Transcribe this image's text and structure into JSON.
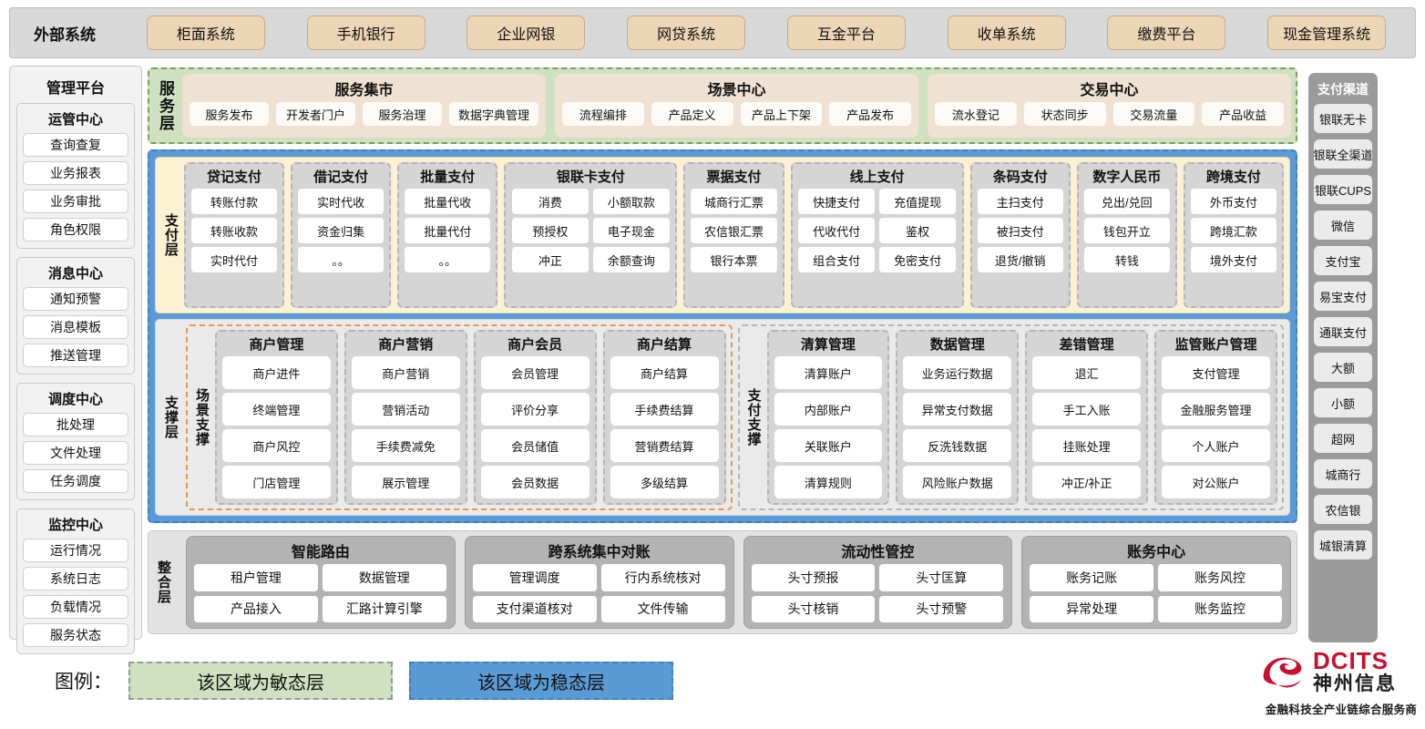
{
  "external_systems": {
    "title": "外部系统",
    "items": [
      "柜面系统",
      "手机银行",
      "企业网银",
      "网贷系统",
      "互金平台",
      "收单系统",
      "缴费平台",
      "现金管理系统"
    ]
  },
  "admin_platform": {
    "title": "管理平台",
    "groups": [
      {
        "title": "运管中心",
        "items": [
          "查询查复",
          "业务报表",
          "业务审批",
          "角色权限"
        ]
      },
      {
        "title": "消息中心",
        "items": [
          "通知预警",
          "消息模板",
          "推送管理"
        ]
      },
      {
        "title": "调度中心",
        "items": [
          "批处理",
          "文件处理",
          "任务调度"
        ]
      },
      {
        "title": "监控中心",
        "items": [
          "运行情况",
          "系统日志",
          "负载情况",
          "服务状态"
        ]
      }
    ]
  },
  "payment_channels": {
    "title": "支付渠道",
    "items": [
      "银联无卡",
      "银联全渠道",
      "银联CUPS",
      "微信",
      "支付宝",
      "易宝支付",
      "通联支付",
      "大额",
      "小额",
      "超网",
      "城商行",
      "农信银",
      "城银清算"
    ]
  },
  "service_layer": {
    "label": "服务层",
    "groups": [
      {
        "title": "服务集市",
        "items": [
          "服务发布",
          "开发者门户",
          "服务治理",
          "数据字典管理"
        ]
      },
      {
        "title": "场景中心",
        "items": [
          "流程编排",
          "产品定义",
          "产品上下架",
          "产品发布"
        ]
      },
      {
        "title": "交易中心",
        "items": [
          "流水登记",
          "状态同步",
          "交易流量",
          "产品收益"
        ]
      }
    ]
  },
  "payment_layer": {
    "label": "支付层",
    "groups": [
      {
        "title": "贷记支付",
        "columns": 1,
        "items": [
          "转账付款",
          "转账收款",
          "实时代付"
        ]
      },
      {
        "title": "借记支付",
        "columns": 1,
        "items": [
          "实时代收",
          "资金归集",
          "。。"
        ]
      },
      {
        "title": "批量支付",
        "columns": 1,
        "items": [
          "批量代收",
          "批量代付",
          "。。"
        ]
      },
      {
        "title": "银联卡支付",
        "columns": 2,
        "items": [
          "消费",
          "小额取款",
          "预授权",
          "电子现金",
          "冲正",
          "余额查询"
        ]
      },
      {
        "title": "票据支付",
        "columns": 1,
        "items": [
          "城商行汇票",
          "农信银汇票",
          "银行本票"
        ]
      },
      {
        "title": "线上支付",
        "columns": 2,
        "items": [
          "快捷支付",
          "充值提现",
          "代收代付",
          "鉴权",
          "组合支付",
          "免密支付"
        ]
      },
      {
        "title": "条码支付",
        "columns": 1,
        "items": [
          "主扫支付",
          "被扫支付",
          "退货/撤销"
        ]
      },
      {
        "title": "数字人民币",
        "columns": 1,
        "items": [
          "兑出/兑回",
          "钱包开立",
          "转钱"
        ]
      },
      {
        "title": "跨境支付",
        "columns": 1,
        "items": [
          "外币支付",
          "跨境汇款",
          "境外支付"
        ]
      }
    ]
  },
  "support_layer": {
    "label": "支撑层",
    "scene_support": {
      "label": "场景支撑",
      "groups": [
        {
          "title": "商户管理",
          "items": [
            "商户进件",
            "终端管理",
            "商户风控",
            "门店管理"
          ]
        },
        {
          "title": "商户营销",
          "items": [
            "商户营销",
            "营销活动",
            "手续费减免",
            "展示管理"
          ]
        },
        {
          "title": "商户会员",
          "items": [
            "会员管理",
            "评价分享",
            "会员储值",
            "会员数据"
          ]
        },
        {
          "title": "商户结算",
          "items": [
            "商户结算",
            "手续费结算",
            "营销费结算",
            "多级结算"
          ]
        }
      ]
    },
    "payment_support": {
      "label": "支付支撑",
      "groups": [
        {
          "title": "清算管理",
          "items": [
            "清算账户",
            "内部账户",
            "关联账户",
            "清算规则"
          ]
        },
        {
          "title": "数据管理",
          "items": [
            "业务运行数据",
            "异常支付数据",
            "反洗钱数据",
            "风险账户数据"
          ]
        },
        {
          "title": "差错管理",
          "items": [
            "退汇",
            "手工入账",
            "挂账处理",
            "冲正/补正"
          ]
        },
        {
          "title": "监管账户管理",
          "items": [
            "支付管理",
            "金融服务管理",
            "个人账户",
            "对公账户"
          ]
        }
      ]
    }
  },
  "integration_layer": {
    "label": "整合层",
    "groups": [
      {
        "title": "智能路由",
        "items": [
          "租户管理",
          "数据管理",
          "产品接入",
          "汇路计算引擎"
        ]
      },
      {
        "title": "跨系统集中对账",
        "items": [
          "管理调度",
          "行内系统核对",
          "支付渠道核对",
          "文件传输"
        ]
      },
      {
        "title": "流动性管控",
        "items": [
          "头寸预报",
          "头寸匡算",
          "头寸核销",
          "头寸预警"
        ]
      },
      {
        "title": "账务中心",
        "items": [
          "账务记账",
          "账务风控",
          "异常处理",
          "账务监控"
        ]
      }
    ]
  },
  "legend": {
    "label": "图例：",
    "agile": "该区域为敏态层",
    "stable": "该区域为稳态层",
    "agile_color": "#cfe1c0",
    "stable_color": "#5b9bd5"
  },
  "logo": {
    "en": "DCITS",
    "cn": "神州信息",
    "tagline": "金融科技全产业链综合服务商",
    "brand_color": "#c8102e"
  }
}
